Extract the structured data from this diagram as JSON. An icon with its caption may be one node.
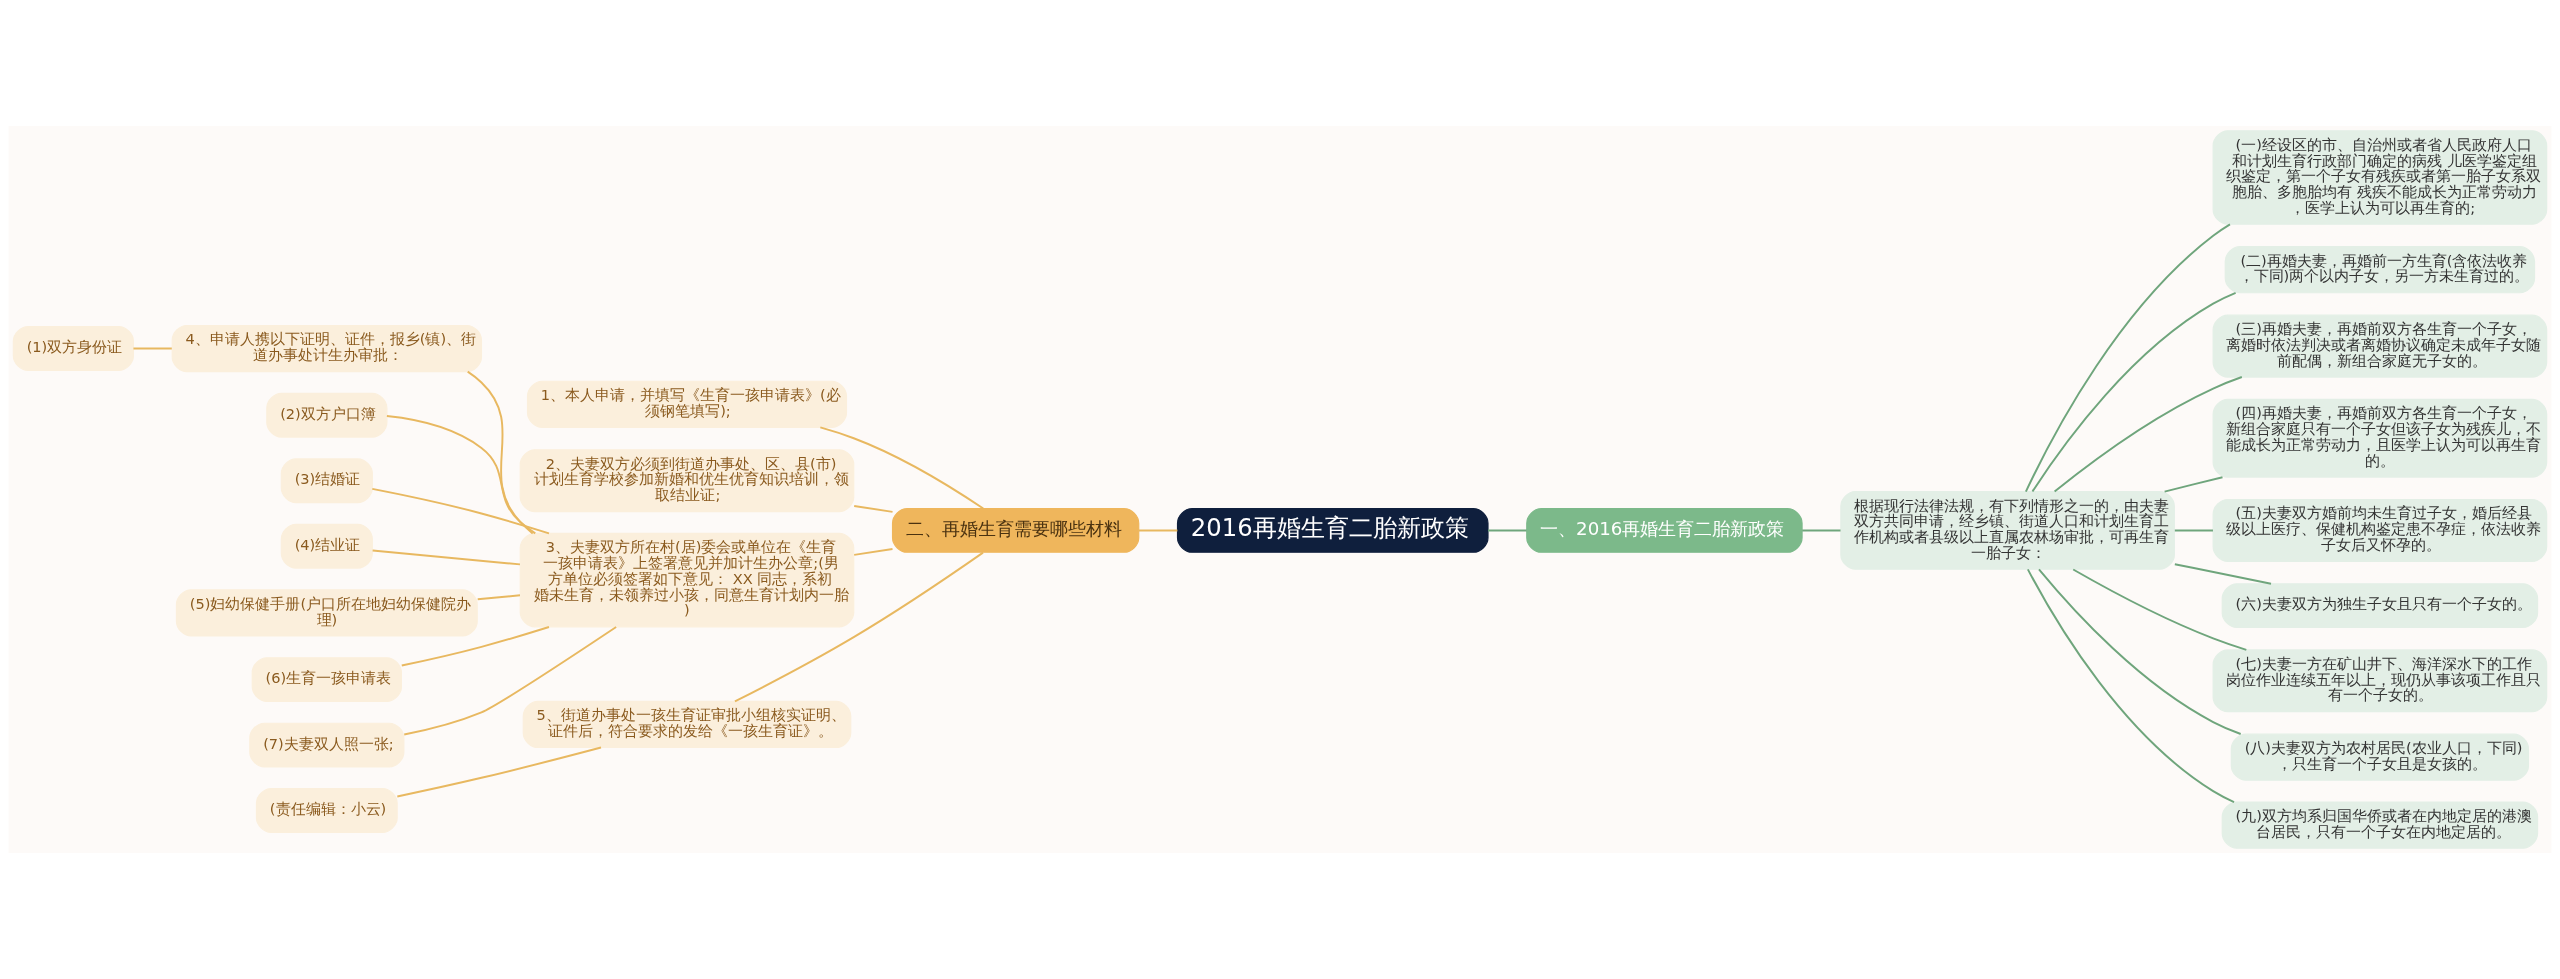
{
  "diagram": {
    "nodes": [
      {
        "text": [
          "2016再婚生育二胎新政策"
        ]
      },
      {
        "text": [
          "二、再婚生育需要哪些材料"
        ]
      },
      {
        "text": [
          "1、本人申请，并填写《生育一孩申请表》(必须钢笔填写);"
        ]
      },
      {
        "text": [
          "2、夫妻双方必须到街道办事处、区、县(市)计划生育学校参加新婚和优生优育知识培训，领取结业证;"
        ]
      },
      {
        "text": [
          "3、夫妻双方所在村(居)委会或单位在《生育一孩申请表》上签署意见并加计生办公章;(男方单位必须签署如下意见： XX 同志，系初婚未生育，未领养过小孩，同意生育计划内一胎)"
        ]
      },
      {
        "text": [
          "4、申请人携以下证明、证件，报乡(镇)、街道办事处计生办审批："
        ]
      },
      {
        "text": [
          "(1)双方身份证"
        ]
      },
      {
        "text": [
          "(2)双方户口簿"
        ]
      },
      {
        "text": [
          "(3)结婚证"
        ]
      },
      {
        "text": [
          "(4)结业证"
        ]
      },
      {
        "text": [
          "(5)妇幼保健手册(户口所在地妇幼保健院办理)"
        ]
      },
      {
        "text": [
          "(6)生育一孩申请表"
        ]
      },
      {
        "text": [
          "(7)夫妻双人照一张;"
        ]
      },
      {
        "text": [
          "5、街道办事处一孩生育证审批小组核实证明、证件后，符合要求的发给《一孩生育证》。"
        ]
      },
      {
        "text": [
          "(责任编辑：小云)"
        ]
      },
      {
        "text": [
          "一、2016再婚生育二胎新政策"
        ]
      },
      {
        "text": [
          "根据现行法律法规，有下列情形之一的，由夫妻双方共同申请，经乡镇、街道人口和计划生育工作机构或者县级以上直属农林场审批，可再生育一胎子女："
        ]
      },
      {
        "text": [
          "(一)经设区的市、自治州或者省人民政府人口和计划生育行政部门确定的病残 儿医学鉴定组织鉴定，第一个子女有残疾或者第一胎子女系双胞胎、多胞胎均有 残疾不能成长为正常劳动力，医学上认为可以再生育的;"
        ]
      },
      {
        "text": [
          "(二)再婚夫妻，再婚前一方生育(含依法收养，下同)两个以内子女，另一方未生育过的。"
        ]
      },
      {
        "text": [
          "(三)再婚夫妻，再婚前双方各生育一个子女，离婚时依法判决或者离婚协议确定未成年子女随前配偶，新组合家庭无子女的。"
        ]
      },
      {
        "text": [
          "(四)再婚夫妻，再婚前双方各生育一个子女，新组合家庭只有一个子女但该子女为残疾儿，不能成长为正常劳动力，且医学上认为可以再生育的。"
        ]
      },
      {
        "text": [
          "(五)夫妻双方婚前均未生育过子女，婚后经县级以上医疗、保健机构鉴定患不孕症，依法收养子女后又怀孕的。"
        ]
      },
      {
        "text": [
          "(六)夫妻双方为独生子女且只有一个子女的。"
        ]
      },
      {
        "text": [
          "(七)夫妻一方在矿山井下、海洋深水下的工作岗位作业连续五年以上，现仍从事该项工作且只有一个子女的。"
        ]
      },
      {
        "text": [
          "(八)夫妻双方为农村居民(农业人口，下同)，只生育一个子女且是女孩的。"
        ]
      },
      {
        "text": [
          "(九)双方均系归国华侨或者在内地定居的港澳台居民，只有一个子女在内地定居的。"
        ]
      }
    ],
    "edges": [
      {
        "from": 0,
        "to": 1,
        "arrow": "none"
      },
      {
        "from": 1,
        "to": 2,
        "arrow": "none"
      },
      {
        "from": 1,
        "to": 3,
        "arrow": "none"
      },
      {
        "from": 1,
        "to": 4,
        "arrow": "none"
      },
      {
        "from": 4,
        "to": 5,
        "arrow": "none"
      },
      {
        "from": 5,
        "to": 6,
        "arrow": "none"
      },
      {
        "from": 4,
        "to": 7,
        "arrow": "none"
      },
      {
        "from": 4,
        "to": 8,
        "arrow": "none"
      },
      {
        "from": 4,
        "to": 9,
        "arrow": "none"
      },
      {
        "from": 4,
        "to": 10,
        "arrow": "none"
      },
      {
        "from": 4,
        "to": 11,
        "arrow": "none"
      },
      {
        "from": 4,
        "to": 12,
        "arrow": "none"
      },
      {
        "from": 1,
        "to": 13,
        "arrow": "none"
      },
      {
        "from": 13,
        "to": 14,
        "arrow": "none"
      },
      {
        "from": 0,
        "to": 15,
        "arrow": "none",
        "color": "#6fa57c"
      },
      {
        "from": 15,
        "to": 16,
        "arrow": "none",
        "color": "#6fa57c"
      },
      {
        "from": 16,
        "to": 17,
        "arrow": "none",
        "color": "#6fa57c"
      },
      {
        "from": 16,
        "to": 18,
        "arrow": "none",
        "color": "#6fa57c"
      },
      {
        "from": 16,
        "to": 19,
        "arrow": "none",
        "color": "#6fa57c"
      },
      {
        "from": 16,
        "to": 20,
        "arrow": "none",
        "color": "#6fa57c"
      },
      {
        "from": 16,
        "to": 21,
        "arrow": "none",
        "color": "#6fa57c"
      },
      {
        "from": 16,
        "to": 22,
        "arrow": "none",
        "color": "#6fa57c"
      },
      {
        "from": 16,
        "to": 23,
        "arrow": "none",
        "color": "#6fa57c"
      },
      {
        "from": 16,
        "to": 24,
        "arrow": "none",
        "color": "#6fa57c"
      },
      {
        "from": 16,
        "to": 25,
        "arrow": "none",
        "color": "#6fa57c"
      }
    ]
  }
}
